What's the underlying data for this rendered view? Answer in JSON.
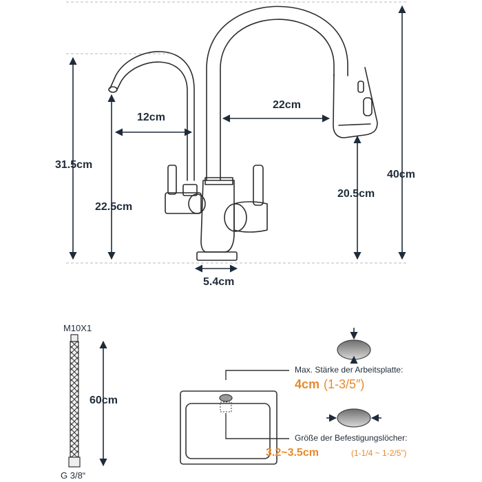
{
  "dimensions": {
    "height_total": "40cm",
    "height_small_faucet": "31.5cm",
    "height_small_outlet": "22.5cm",
    "height_main_outlet": "20.5cm",
    "reach_small": "12cm",
    "reach_main": "22cm",
    "base_diameter": "5.4cm",
    "hose_length": "60cm"
  },
  "hose": {
    "top_thread": "M10X1",
    "bottom_thread": "G 3/8“"
  },
  "countertop": {
    "label": "Max. Stärke der Arbeitsplatte:",
    "value": "4cm",
    "value_imperial": "(1-3/5″)"
  },
  "mounting_hole": {
    "label": "Größe der Befestigungslöcher:",
    "value": "3.2~3.5cm",
    "value_imperial": "(1-1/4 ~ 1-2/5”)"
  },
  "colors": {
    "accent": "#e8892b",
    "text": "#1e2b38",
    "outline": "#2b2b2b"
  }
}
